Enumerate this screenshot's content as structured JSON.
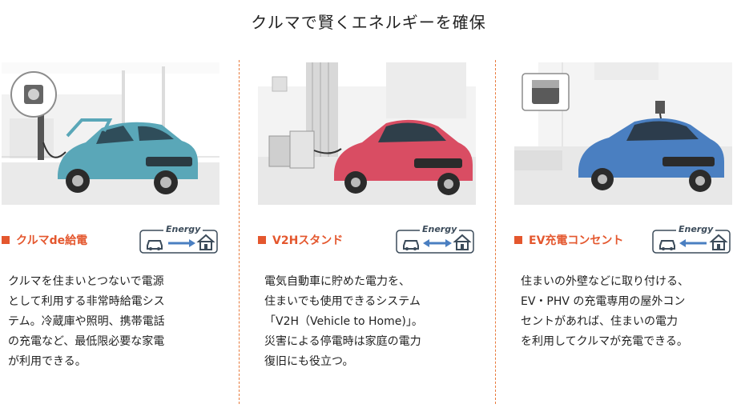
{
  "page": {
    "title": "クルマで賢くエネルギーを確保"
  },
  "colors": {
    "accent": "#e4572e",
    "divider": "#e87a3c",
    "car_teal": "#5aa7b8",
    "car_red": "#d94d63",
    "car_blue": "#4a7fc1"
  },
  "panels": [
    {
      "label": "クルマde給電",
      "energy_label": "Energy",
      "energy_flow": "car-to-home",
      "description": "クルマを住まいとつないで電源\nとして利用する非常時給電シス\nテム。冷蔵庫や照明、携帯電話\nの充電など、最低限必要な家電\nが利用できる。"
    },
    {
      "label": "V2Hスタンド",
      "energy_label": "Energy",
      "energy_flow": "bidirectional",
      "description": "電気自動車に貯めた電力を、\n住まいでも使用できるシステム\n「V2H（Vehicle to Home)」。\n災害による停電時は家庭の電力\n復旧にも役立つ。"
    },
    {
      "label": "EV充電コンセント",
      "energy_label": "Energy",
      "energy_flow": "home-to-car",
      "description": "住まいの外壁などに取り付ける、\nEV・PHV の充電専用の屋外コン\nセントがあれば、住まいの電力\nを利用してクルマが充電できる。"
    }
  ]
}
